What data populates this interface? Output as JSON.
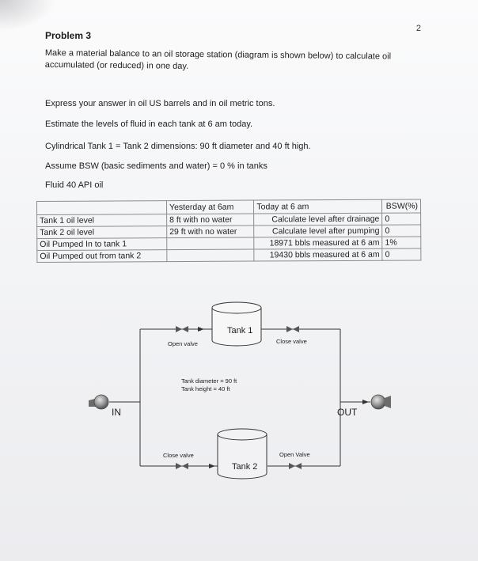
{
  "page_number": "2",
  "title": "Problem 3",
  "paragraphs": {
    "intro_line1": "Make a material balance to an oil storage station (diagram is shown below) to calculate oil",
    "intro_line2": "accumulated (or reduced) in one day.",
    "express": "Express your answer in oil US barrels and in oil metric tons.",
    "estimate": "Estimate the levels of fluid in each tank at 6 am today.",
    "cylindrical": "Cylindrical Tank 1 = Tank 2 dimensions: 90 ft diameter and 40 ft high.",
    "bsw": "Assume BSW (basic sediments and water) = 0 % in tanks",
    "fluid": "Fluid 40 API oil"
  },
  "table": {
    "headers": {
      "label": "",
      "yesterday": "Yesterday at 6am",
      "today": "Today at 6 am",
      "bsw": "BSW(%)"
    },
    "rows": [
      {
        "label": "Tank 1 oil level",
        "yesterday": "8 ft  with no water",
        "today": "Calculate level after drainage",
        "bsw": "0"
      },
      {
        "label": "Tank 2 oil level",
        "yesterday": "29 ft with no water",
        "today": "Calculate level after pumping",
        "bsw": "0"
      },
      {
        "label": "Oil Pumped In to tank 1",
        "yesterday": "",
        "today": "18971 bbls measured at 6 am",
        "bsw": "1%"
      },
      {
        "label": "Oil Pumped out from tank 2",
        "yesterday": "",
        "today": "19430 bbls measured at 6 am",
        "bsw": "0"
      }
    ]
  },
  "diagram": {
    "tank1_label": "Tank 1",
    "tank2_label": "Tank 2",
    "valve_top_left": "Open valve",
    "valve_top_right": "Close valve",
    "valve_bottom_left": "Close valve",
    "valve_bottom_right": "Open Valve",
    "tank_diameter": "Tank diameter = 90 ft",
    "tank_height": "Tank height = 40 ft",
    "in_label": "IN",
    "out_label": "OUT"
  }
}
